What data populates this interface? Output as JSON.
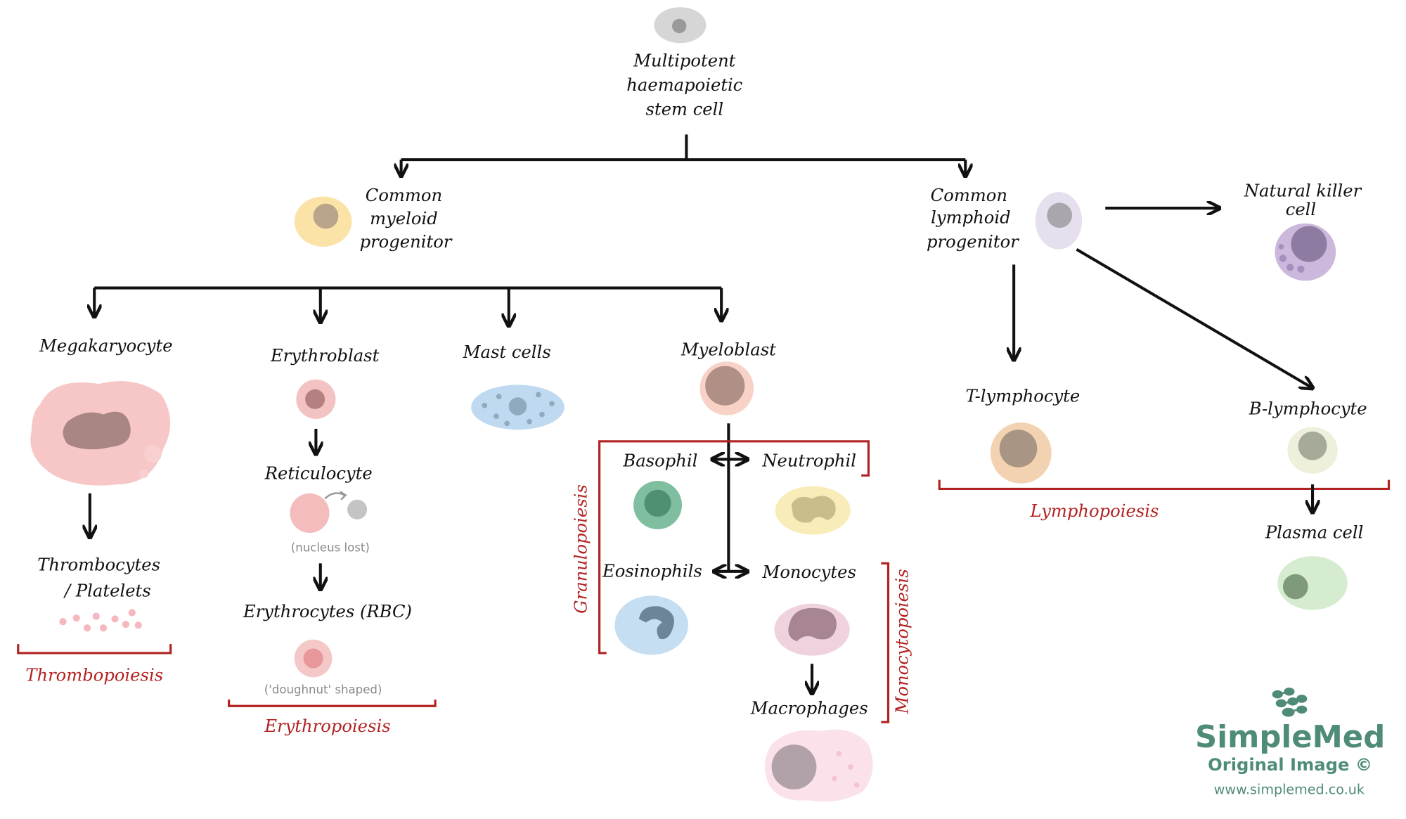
{
  "stem_cell": {
    "lines": [
      "Multipotent",
      "haemapoietic",
      "stem cell"
    ]
  },
  "myeloid_progenitor": {
    "lines": [
      "Common",
      "myeloid",
      "progenitor"
    ]
  },
  "lymphoid_progenitor": {
    "lines": [
      "Common",
      "lymphoid",
      "progenitor"
    ]
  },
  "natural_killer": {
    "lines": [
      "Natural killer",
      "cell"
    ]
  },
  "t_lymphocyte": "T-lymphocyte",
  "b_lymphocyte": "B-lymphocyte",
  "plasma_cell": "Plasma cell",
  "lymphopoiesis": "Lymphopoiesis",
  "megakaryocyte": "Megakaryocyte",
  "thrombocytes": {
    "lines": [
      "Thrombocytes",
      "/ Platelets"
    ]
  },
  "thrombopoiesis": "Thrombopoiesis",
  "erythroblast": "Erythroblast",
  "reticulocyte": "Reticulocyte",
  "nucleus_lost": "(nucleus lost)",
  "erythrocytes": "Erythrocytes (RBC)",
  "doughnut": "('doughnut' shaped)",
  "erythropoiesis": "Erythropoiesis",
  "mast_cells": "Mast cells",
  "myeloblast": "Myeloblast",
  "basophil": "Basophil",
  "neutrophil": "Neutrophil",
  "eosinophils": "Eosinophils",
  "monocytes": "Monocytes",
  "macrophages": "Macrophages",
  "granulopoiesis": "Granulopoiesis",
  "monocytopoiesis": "Monocytopoiesis",
  "logo": {
    "brand": "SimpleMed",
    "subtitle": "Original Image ©",
    "url": "www.simplemed.co.uk"
  },
  "colors": {
    "line": "#111111",
    "bracket": "#b22222",
    "brand": "#4f8c78"
  }
}
